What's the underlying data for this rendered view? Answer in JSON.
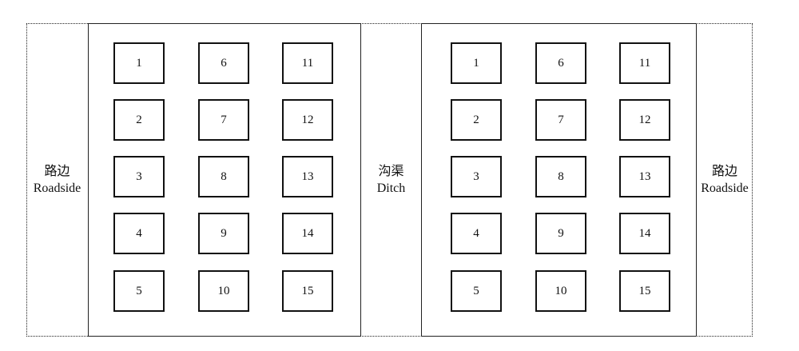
{
  "labels": {
    "left": {
      "zh": "路边",
      "en": "Roadside"
    },
    "ditch": {
      "zh": "沟渠",
      "en": "Ditch"
    },
    "right": {
      "zh": "路边",
      "en": "Roadside"
    }
  },
  "plots": [
    {
      "cells": [
        "1",
        "2",
        "3",
        "4",
        "5",
        "6",
        "7",
        "8",
        "9",
        "10",
        "11",
        "12",
        "13",
        "14",
        "15"
      ]
    },
    {
      "cells": [
        "1",
        "2",
        "3",
        "4",
        "5",
        "6",
        "7",
        "8",
        "9",
        "10",
        "11",
        "12",
        "13",
        "14",
        "15"
      ]
    }
  ]
}
